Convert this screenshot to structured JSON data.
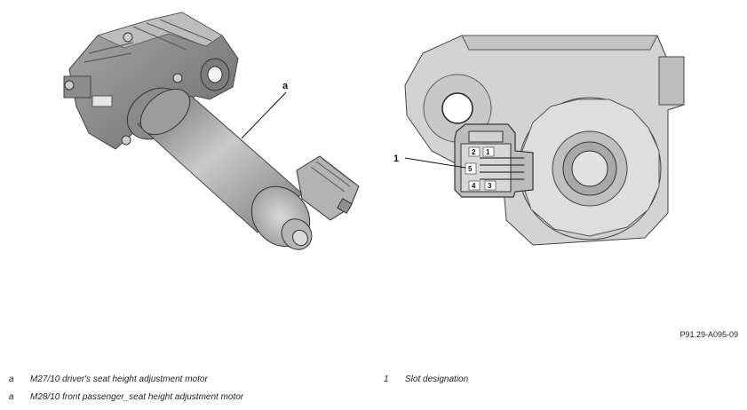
{
  "figure_id": "P91.29-A095-09",
  "callouts": {
    "a": "a",
    "one": "1"
  },
  "pins": [
    "1",
    "2",
    "3",
    "4",
    "5"
  ],
  "legend": [
    {
      "key": "a",
      "text": "M27/10 driver's seat height adjustment motor"
    },
    {
      "key": "a",
      "text": "M28/10 front passenger_seat height adjustment motor"
    },
    {
      "key": "1",
      "text": "Slot designation"
    }
  ]
}
